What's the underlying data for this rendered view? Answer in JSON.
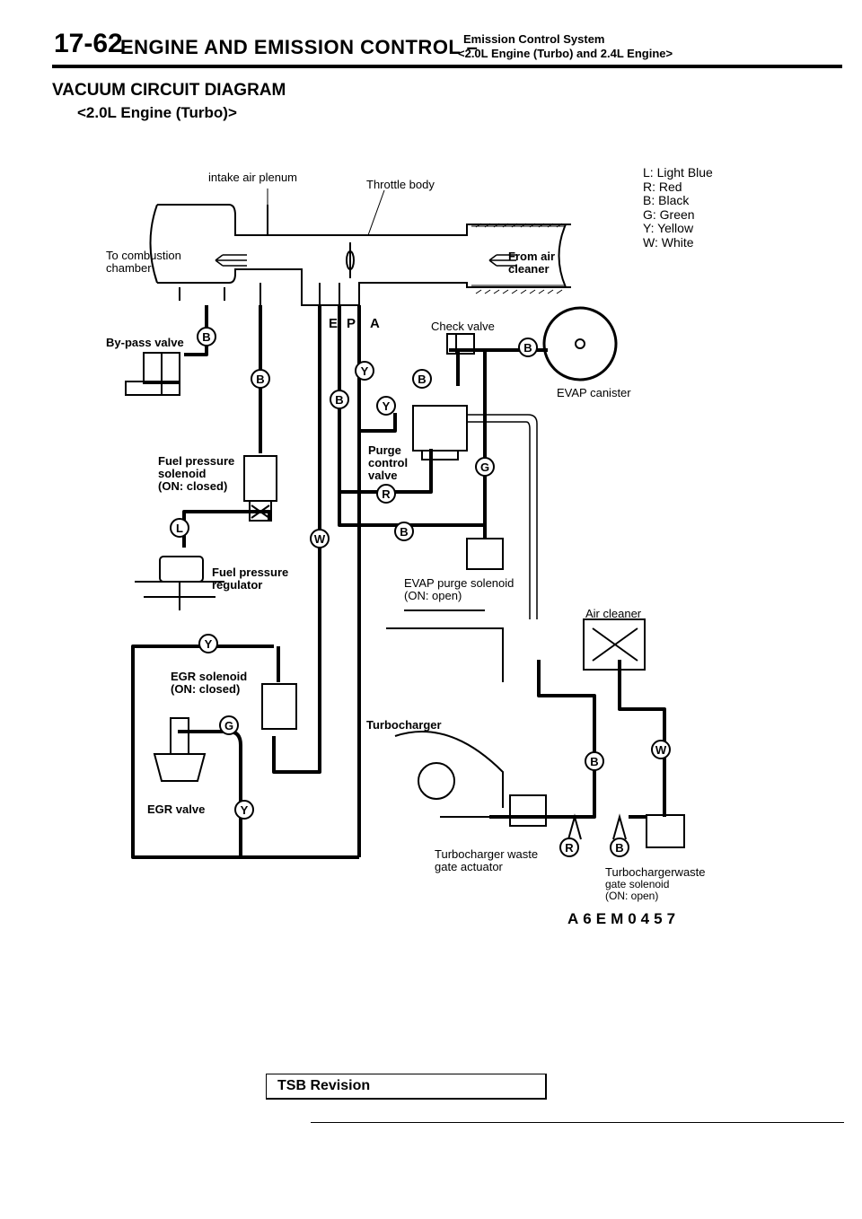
{
  "header": {
    "page_number": "17-62",
    "title": "ENGINE AND EMISSION CONTROL –",
    "subtitle_top": "Emission Control System",
    "subtitle": "<2.0L Engine (Turbo) and 2.4L Engine>"
  },
  "section": {
    "title": "VACUUM CIRCUIT DIAGRAM",
    "subtitle": "<2.0L Engine (Turbo)>"
  },
  "legend": [
    "L: Light Blue",
    "R: Red",
    "B: Black",
    "G: Green",
    "Y: Yellow",
    "W: White"
  ],
  "labels": {
    "intake_air_plenum": "intake air plenum",
    "throttle_body": "Throttle body",
    "to_combustion_1": "To combustion",
    "to_combustion_2": "chamber",
    "from_air_1": "From air",
    "from_air_2": "cleaner",
    "bypass_valve": "By-pass valve",
    "port_e": "E",
    "port_p": "P",
    "port_a": "A",
    "check_valve": "Check valve",
    "evap_canister": "EVAP canister",
    "fuel_pressure_solenoid_1": "Fuel pressure",
    "fuel_pressure_solenoid_2": "solenoid",
    "fuel_pressure_solenoid_3": "(ON: closed)",
    "purge_control_1": "Purge",
    "purge_control_2": "control",
    "purge_control_3": "valve",
    "fuel_pressure_regulator_1": "Fuel pressure",
    "fuel_pressure_regulator_2": "regulator",
    "evap_purge_1": "EVAP purge solenoid",
    "evap_purge_2": "(ON: open)",
    "air_cleaner": "Air cleaner",
    "egr_solenoid_1": "EGR solenoid",
    "egr_solenoid_2": "(ON: closed)",
    "turbocharger": "Turbocharger",
    "egr_valve": "EGR valve",
    "wg_actuator_1": "Turbocharger waste",
    "wg_actuator_2": "gate actuator",
    "wg_solenoid_1": "Turbochargerwaste",
    "wg_solenoid_2": "gate solenoid",
    "wg_solenoid_3": "(ON: open)"
  },
  "hose_colors": {
    "bypass": "B",
    "fuel_sol_top": "B",
    "purge_y_top": "Y",
    "purge_b_top": "B",
    "egr_b_main": "B",
    "purge_y": "Y",
    "evap_g": "G",
    "purge_r": "R",
    "fuel_l": "L",
    "w_main": "W",
    "evap_b": "B",
    "egr_sol_y": "Y",
    "egr_g": "G",
    "egr_valve_y": "Y",
    "wg_b": "B",
    "wg_w": "W",
    "wg_r": "R",
    "wg_b2": "B",
    "canister_b": "B"
  },
  "figure_code": "A6EM0457",
  "footer": {
    "tsb_revision": "TSB Revision"
  }
}
